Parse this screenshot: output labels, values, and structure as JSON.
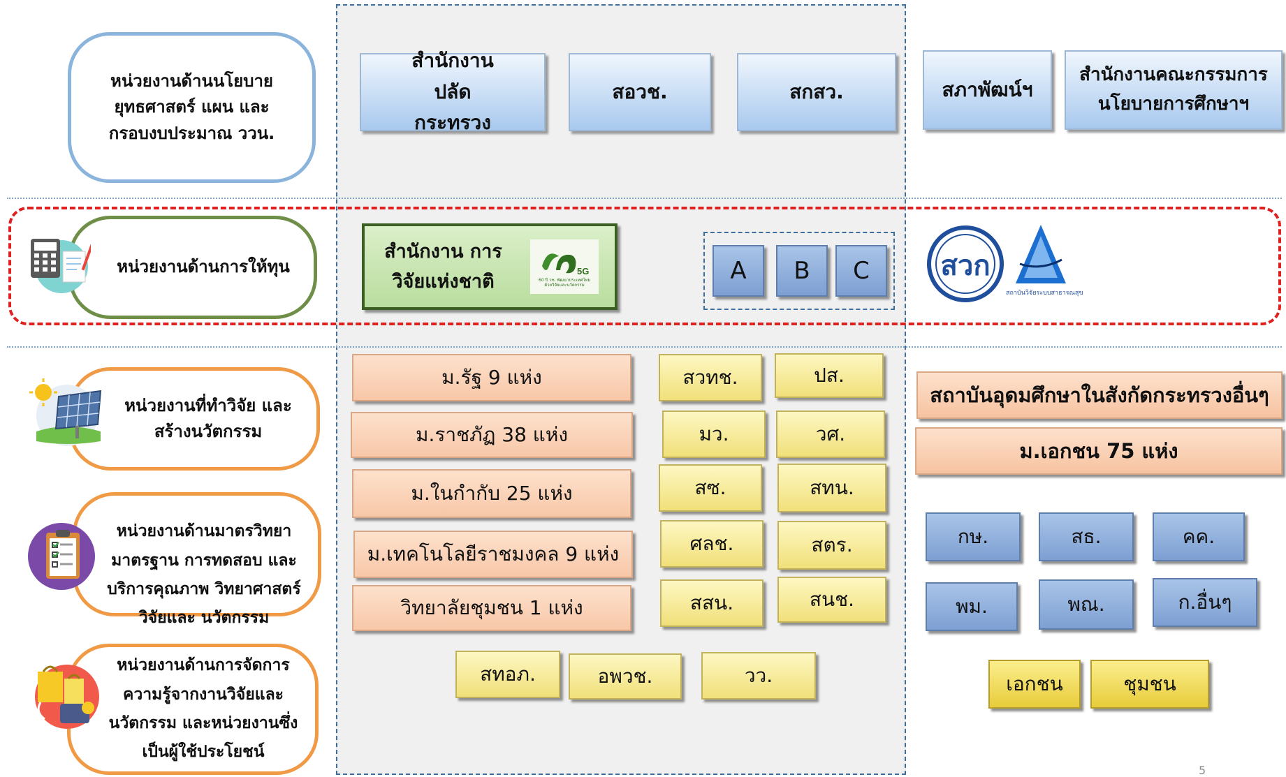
{
  "left_labels": {
    "policy": "หน่วยงานด้านนโยบาย ยุทธศาสตร์ แผน และ กรอบงบประมาณ ววน.",
    "funding": "หน่วยงานด้านการให้ทุน",
    "research": "หน่วยงานที่ทำวิจัย และสร้างนวัตกรรม",
    "metrology": "หน่วยงานด้านมาตรวิทยา มาตรฐาน การทดสอบ และ บริการคุณภาพ วิทยาศาสตร์ วิจัยและ นวัตกรรม",
    "knowledge": "หน่วยงานด้านการจัดการ ความรู้จากงานวิจัยและ นวัตกรรม และหน่วยงานซึ่ง เป็นผู้ใช้ประโยชน์"
  },
  "policy_row": {
    "opsec": "สำนักงาน ปลัดกระทรวง",
    "sorwch": "สอวช.",
    "sks": "สกสว.",
    "sapha": "สภาพัฒน์ฯ",
    "edu_council": "สำนักงานคณะกรรมการ นโยบายการศึกษาฯ"
  },
  "funding_row": {
    "nrct": "สำนักงาน การวิจัยแห่งชาติ",
    "nrct_logo_text": "5G",
    "nrct_logo_caption": "60 ปี วช. พัฒนาประเทศไทย ด้วยวิจัยและนวัตกรรม",
    "pmu": [
      "A",
      "B",
      "C"
    ],
    "arda_mark": "สวก",
    "hsri_caption": "สถาบันวิจัยระบบสาธารณสุข"
  },
  "universities": [
    "ม.รัฐ 9 แห่ง",
    "ม.ราชภัฏ 38 แห่ง",
    "ม.ในกำกับ 25 แห่ง",
    "ม.เทคโนโลยีราชมงคล 9 แห่ง",
    "วิทยาลัยชุมชน 1 แห่ง"
  ],
  "yellow_units": [
    [
      "สวทช.",
      "ปส."
    ],
    [
      "มว.",
      "วศ."
    ],
    [
      "สซ.",
      "สทน."
    ],
    [
      "ศลช.",
      "สตร."
    ],
    [
      "สสน.",
      "สนช."
    ]
  ],
  "bottom_units": [
    "สทอภ.",
    "อพวช.",
    "วว."
  ],
  "right_column": {
    "other_ministries": "สถาบันอุดมศึกษาในสังกัดกระทรวงอื่นๆ",
    "private_univ": "ม.เอกชน 75 แห่ง",
    "ministries_row1": [
      "กษ.",
      "สธ.",
      "คค."
    ],
    "ministries_row2": [
      "พม.",
      "พณ.",
      "ก.อื่นๆ"
    ],
    "private_sector": "เอกชน",
    "community": "ชุมชน"
  },
  "page_number": "5",
  "colors": {
    "dashed_border": "#3d6ea0",
    "funding_highlight": "#e02020",
    "policy_outline": "#8ab4dc",
    "funding_outline": "#6f8f49",
    "research_outline": "#f09a46"
  }
}
